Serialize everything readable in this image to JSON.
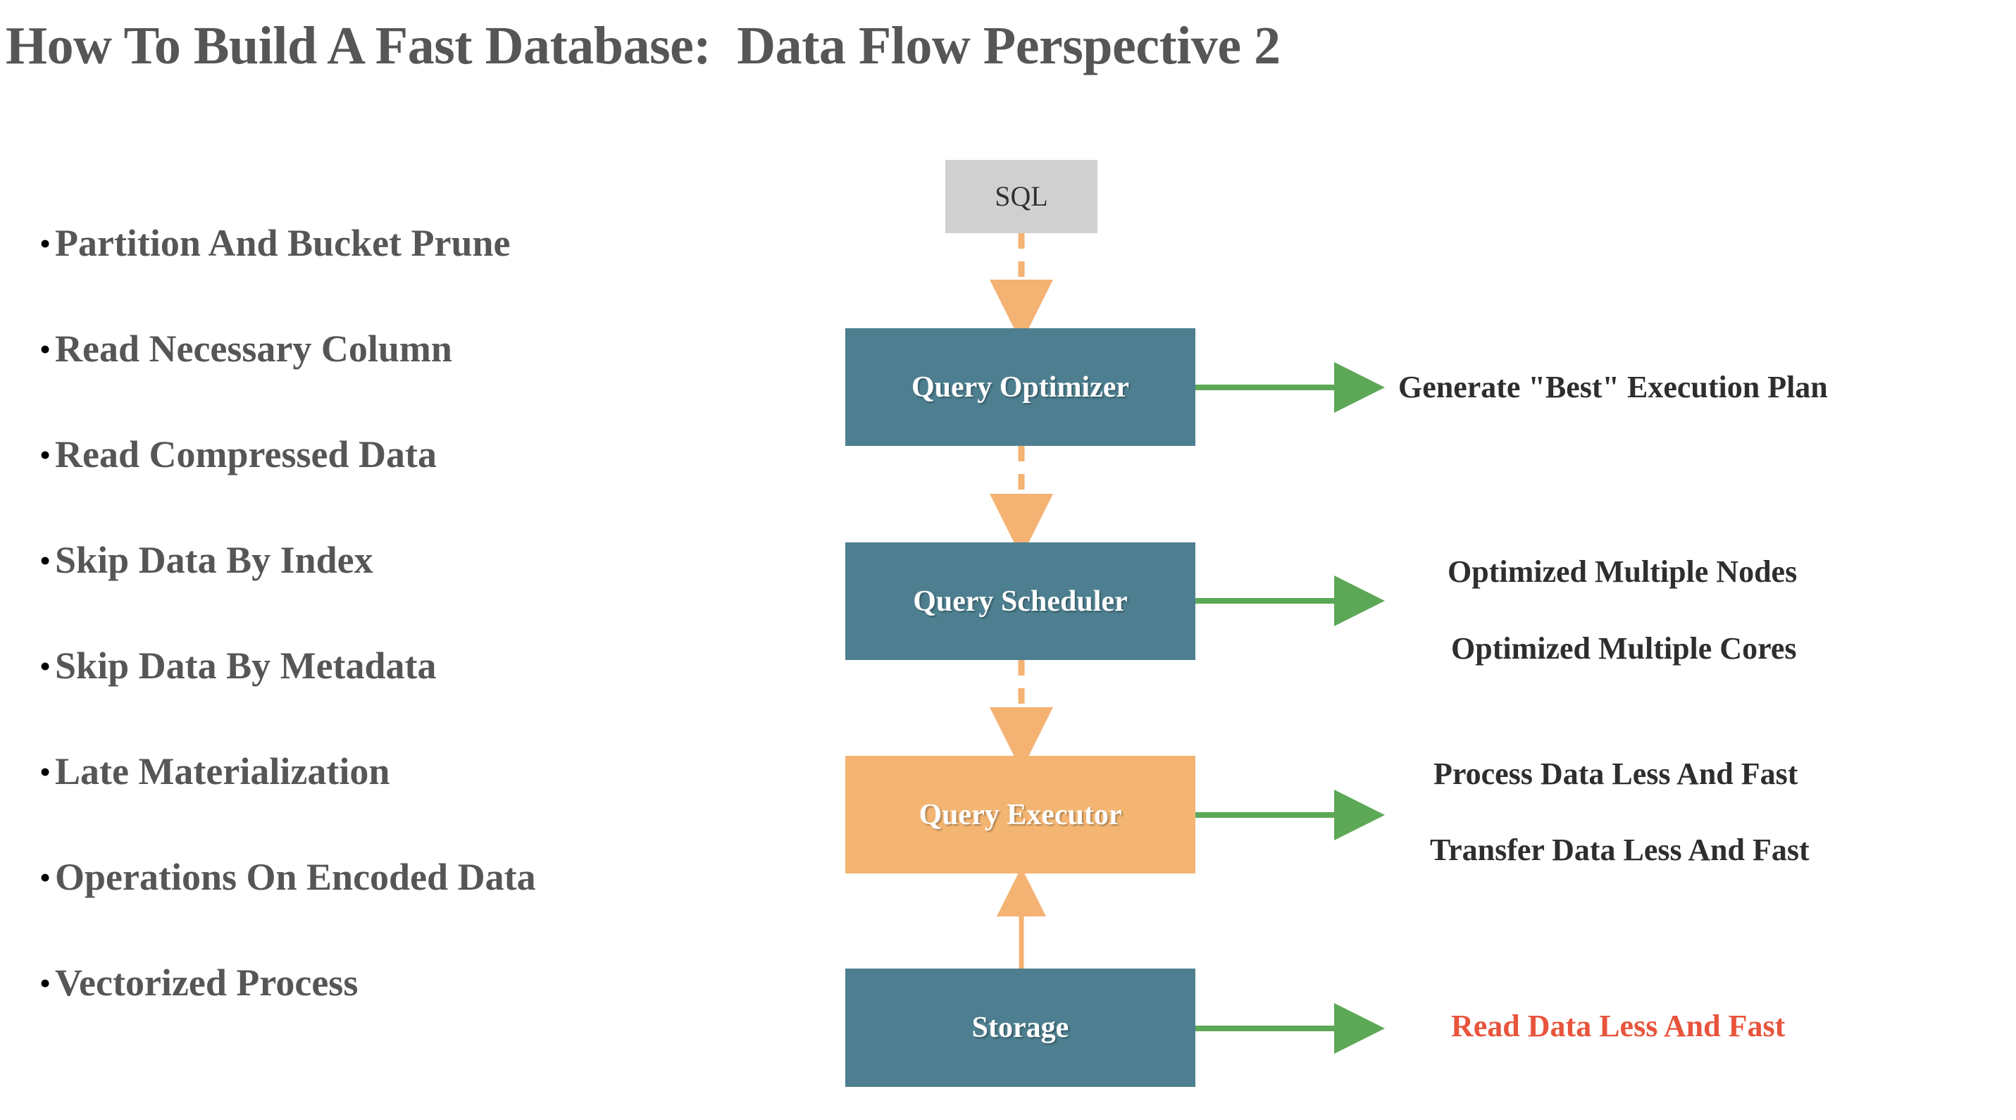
{
  "slide": {
    "title": "How To Build A Fast Database:  Data Flow Perspective 2",
    "background_color": "#FFFFFF"
  },
  "colors": {
    "title_text": "#565656",
    "bullet_text": "#565656",
    "teal_box": "#4D7F90",
    "orange_box": "#F3B571",
    "gray_box": "#D0D0D0",
    "green_arrow": "#5CA856",
    "orange_arrow": "#F4B273",
    "outcome_text": "#2E2E2E",
    "highlight_text": "#E8543C"
  },
  "bullets": {
    "marker": "•",
    "items": [
      {
        "label": "Partition And Bucket Prune"
      },
      {
        "label": "Read Necessary Column"
      },
      {
        "label": "Read Compressed Data"
      },
      {
        "label": "Skip Data By Index"
      },
      {
        "label": "Skip Data By Metadata"
      },
      {
        "label": "Late Materialization"
      },
      {
        "label": "Operations On Encoded Data"
      },
      {
        "label": "Vectorized Process"
      }
    ]
  },
  "flow": {
    "boxes": [
      {
        "id": "sql",
        "label": "SQL",
        "fill": "#D0D0D0",
        "text_color": "#303030"
      },
      {
        "id": "query-optimizer",
        "label": "Query Optimizer",
        "fill": "#4D7F90",
        "text_color": "#FFFFFF"
      },
      {
        "id": "query-scheduler",
        "label": "Query Scheduler",
        "fill": "#4D7F90",
        "text_color": "#FFFFFF"
      },
      {
        "id": "query-executor",
        "label": "Query Executor",
        "fill": "#F3B571",
        "text_color": "#FFFFFF"
      },
      {
        "id": "storage",
        "label": "Storage",
        "fill": "#4D7F90",
        "text_color": "#FFFFFF"
      }
    ],
    "connectors": [
      {
        "id": "sql-to-optimizer",
        "style": "dashed",
        "direction": "down",
        "color": "#F4B273"
      },
      {
        "id": "optimizer-to-scheduler",
        "style": "dashed",
        "direction": "down",
        "color": "#F4B273"
      },
      {
        "id": "scheduler-to-executor",
        "style": "dashed",
        "direction": "down",
        "color": "#F4B273"
      },
      {
        "id": "storage-to-executor",
        "style": "solid",
        "direction": "up",
        "color": "#F4B273"
      }
    ]
  },
  "outcomes": {
    "optimizer": [
      {
        "text": "Generate \"Best\" Execution Plan",
        "emphasis": "normal"
      }
    ],
    "scheduler": [
      {
        "text": "Optimized Multiple Nodes",
        "emphasis": "normal"
      },
      {
        "text": "Optimized Multiple Cores",
        "emphasis": "normal"
      }
    ],
    "executor": [
      {
        "text": "Process Data Less And Fast",
        "emphasis": "normal"
      },
      {
        "text": "Transfer Data Less And Fast",
        "emphasis": "normal"
      }
    ],
    "storage": [
      {
        "text": "Read Data Less And Fast",
        "emphasis": "highlight"
      }
    ]
  }
}
